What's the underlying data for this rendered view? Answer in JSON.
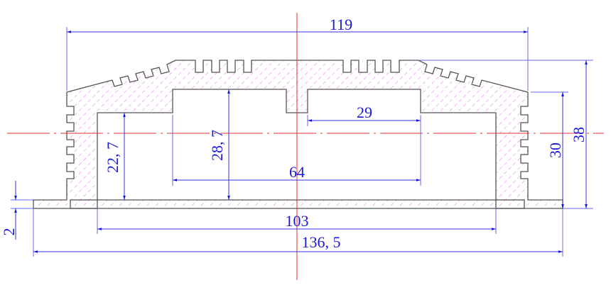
{
  "drawing": {
    "colors": {
      "dimension": "#1a1adb",
      "hatch": "#e070e0",
      "centerline": "#e03030",
      "outline": "#555555"
    },
    "dimensions": {
      "overall_top_width": "119",
      "overall_height": "38",
      "side_height": "30",
      "inner_width": "103",
      "total_width": "136, 5",
      "base_thickness": "2",
      "side_cavity_height": "22, 7",
      "center_cavity_height": "28, 7",
      "center_cavity_width": "64",
      "half_cavity_width": "29"
    }
  }
}
